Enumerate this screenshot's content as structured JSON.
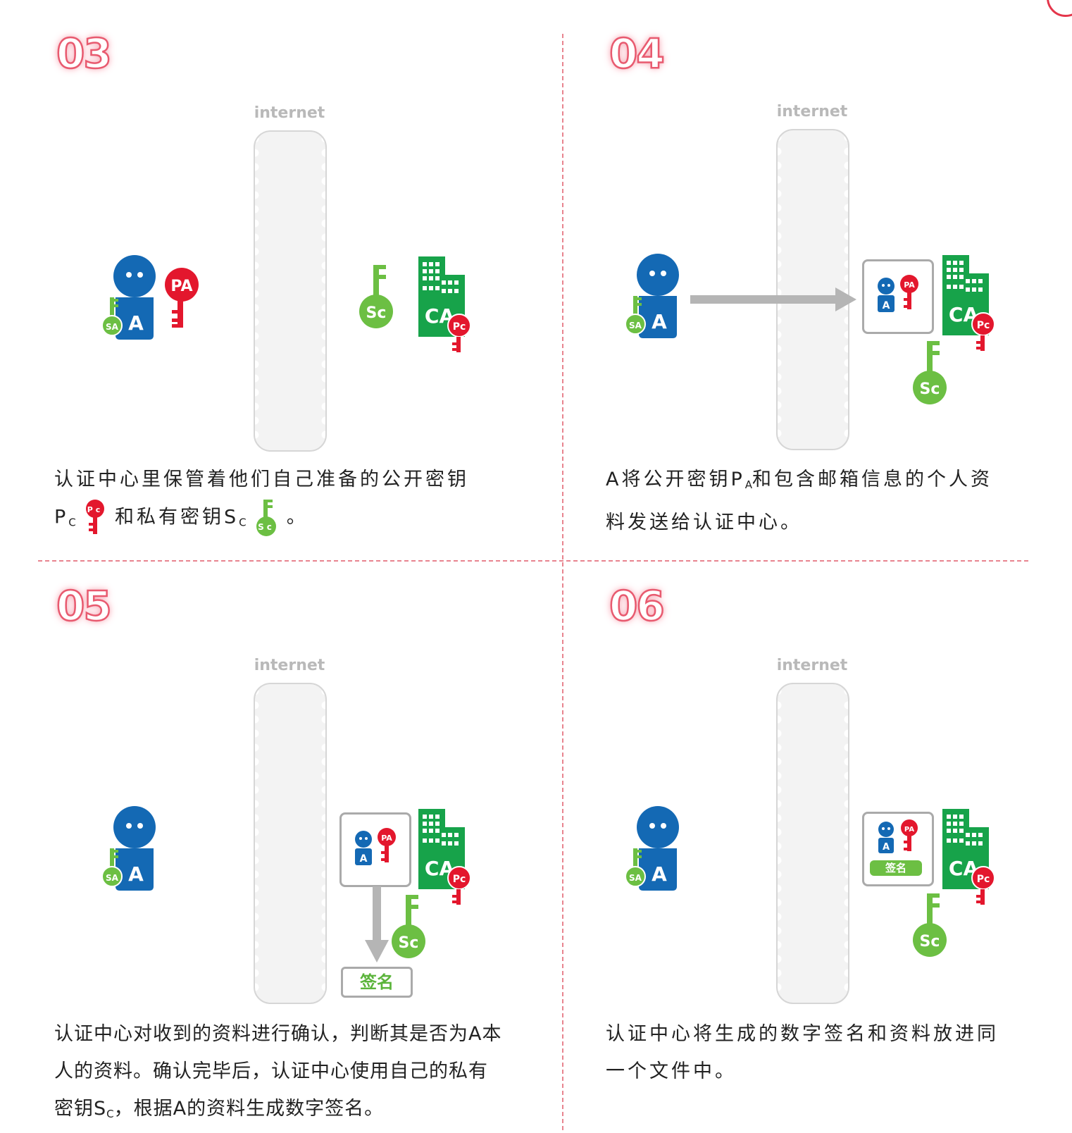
{
  "panels": [
    {
      "number": "03",
      "internet_label": "internet",
      "caption_line1": "认证中心里保管着他们自己准备的公开密钥",
      "caption_p": "P",
      "caption_p_sub": "C",
      "caption_mid": "和私有密钥S",
      "caption_s_sub": "C",
      "caption_end": "。"
    },
    {
      "number": "04",
      "internet_label": "internet",
      "caption_a": "A将公开密钥P",
      "caption_a_sub": "A",
      "caption_b": "和包含邮箱信息的个人资",
      "caption_line2": "料发送给认证中心。"
    },
    {
      "number": "05",
      "internet_label": "internet",
      "signature_label": "签名",
      "caption_line1": "认证中心对收到的资料进行确认，判断其是否为A本",
      "caption_line2": "人的资料。确认完毕后，认证中心使用自己的私有",
      "caption_l3a": "密钥S",
      "caption_l3_sub": "C",
      "caption_l3b": "，根据A的资料生成数字签名。"
    },
    {
      "number": "06",
      "internet_label": "internet",
      "signature_label": "签名",
      "caption_line1": "认证中心将生成的数字签名和资料放进同",
      "caption_line2": "一个文件中。"
    }
  ],
  "icons": {
    "person_label": "A",
    "ca_label": "CA",
    "key_pa": "PA",
    "key_pc": "Pc",
    "key_sa": "SA",
    "key_sc": "Sc"
  },
  "colors": {
    "blue": "#1469b4",
    "red": "#e3172d",
    "green": "#6cbf43",
    "ca_green": "#17a34a",
    "divider": "#e8848f",
    "arrow": "#b5b5b5"
  }
}
